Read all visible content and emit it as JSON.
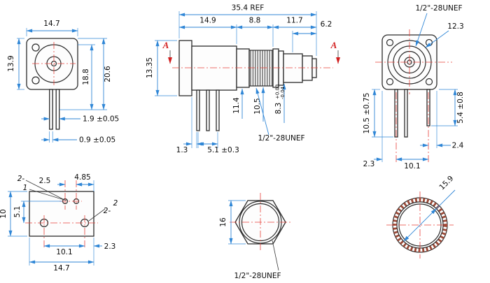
{
  "drawing": {
    "type": "mechanical-drawing",
    "subject": "panel-mount coaxial jack connector, six orthographic views",
    "colors": {
      "object_line": "#2b2b2b",
      "dimension": "#2f86d6",
      "centerline": "#e8413a",
      "section_marker": "#d21f1f",
      "text": "#0a0a0a"
    }
  },
  "views": {
    "rear": {
      "width": "14.7",
      "height": "13.9",
      "body_height": "18.8",
      "total_height": "20.6",
      "pin_pitch": "1.9 ±0.05",
      "pin_dia": "0.9 ±0.05"
    },
    "side": {
      "overall_length": "35.4 REF",
      "flange_body_length": "14.9",
      "thread_length": "8.8",
      "front_length": "11.7",
      "tip_length": "6.2",
      "flange_height": "13.35",
      "section_label": "A",
      "body_dia": "11.4",
      "thread_dia": "10.5",
      "tip_dia": "8.3",
      "tip_dia_plus": "+0.03",
      "tip_dia_minus": "-0.04",
      "pin_offset": "1.3",
      "pin_pitch": "5.1 ±0.3",
      "thread_spec": "1/2\"-28UNEF"
    },
    "front": {
      "thread_spec": "1/2\"-28UNEF",
      "outer_dia": "12.3",
      "pin_length_long": "10.5 ±0.75",
      "pin_length_short": "5.4 ±0.8",
      "edge_to_pin_right": "2.4",
      "edge_to_pin_left": "2.3",
      "pin_span": "10.1"
    },
    "bottom": {
      "callout_2_top": "2-",
      "callout_1": "1",
      "hole_pitch_small": "2.5",
      "edge_offset": "4.85",
      "depth": "10",
      "row_spacing": "5.1",
      "callout_2_side": "2-",
      "callout_2": "2",
      "hole_pitch_large": "10.1",
      "edge_margin": "2.3",
      "width": "14.7"
    },
    "nut": {
      "across_flats": "16",
      "thread_spec": "1/2\"-28UNEF"
    },
    "knurl": {
      "inner_dia": "15.9"
    }
  }
}
